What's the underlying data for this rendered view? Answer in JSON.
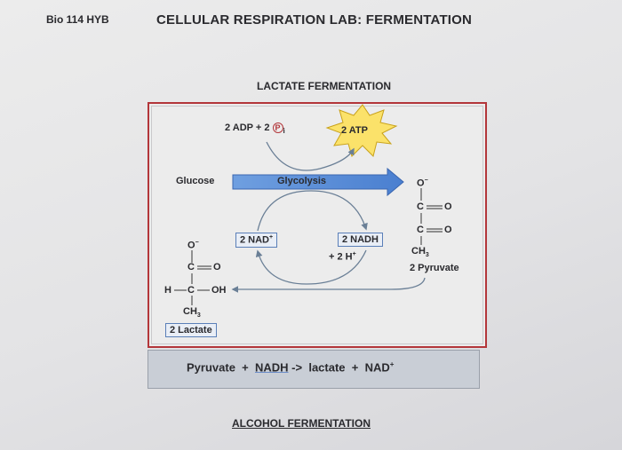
{
  "header": {
    "course": "Bio 114 HYB",
    "title": "CELLULAR RESPIRATION LAB: FERMENTATION"
  },
  "section": {
    "subtitle": "LACTATE FERMENTATION"
  },
  "diagram": {
    "adp": "2 ADP + 2",
    "pi_symbol": "P",
    "pi_sub": "i",
    "atp": "2 ATP",
    "glucose": "Glucose",
    "glycolysis": "Glycolysis",
    "nad": "2 NAD",
    "nad_sup": "+",
    "nadh": "2 NADH",
    "h": "+ 2 H",
    "h_sup": "+",
    "pyruvate_label": "2 Pyruvate",
    "lactate_label": "2 Lactate",
    "pyruvate_struct": {
      "o_minus": "O",
      "c1": "C",
      "o1": "O",
      "c2": "C",
      "o2": "O",
      "ch3": "CH",
      "ch3_sub": "3"
    },
    "lactate_struct": {
      "o_minus": "O",
      "c1": "C",
      "o1": "O",
      "h": "H",
      "c2": "C",
      "oh": "OH",
      "ch3": "CH",
      "ch3_sub": "3"
    },
    "minus": "−"
  },
  "equation": {
    "pyruvate": "Pyruvate",
    "plus": "+",
    "nadh": "NADH",
    "arrow": "->",
    "lactate": "lactate",
    "plus2": "+",
    "nad": "NAD",
    "nad_sup": "+"
  },
  "footer": {
    "heading": "ALCOHOL FERMENTATION"
  }
}
